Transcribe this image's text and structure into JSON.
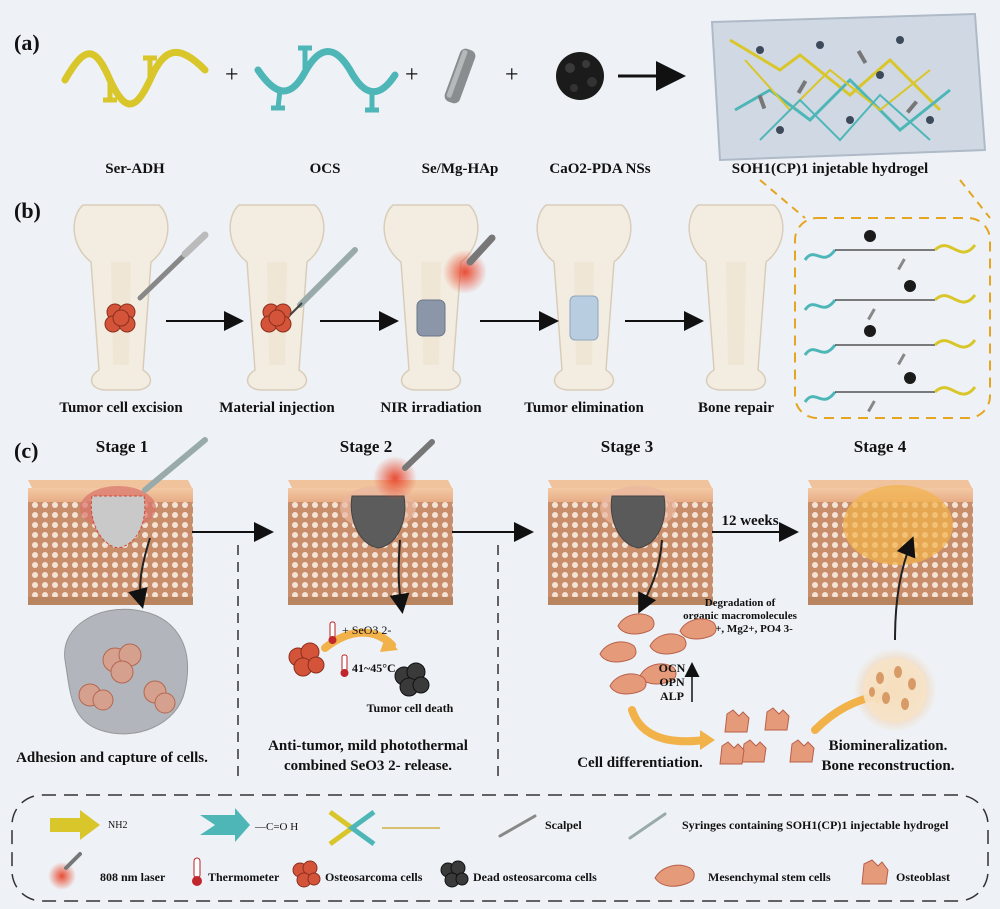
{
  "panel_a": {
    "tag": "(a)",
    "components": [
      "Ser-ADH",
      "OCS",
      "Se/Mg-HAp",
      "CaO2-PDA NSs"
    ],
    "plus": "+",
    "hydrogel_label": "SOH1(CP)1 injetable hydrogel"
  },
  "panel_b": {
    "tag": "(b)",
    "steps": [
      "Tumor cell excision",
      "Material injection",
      "NIR irradiation",
      "Tumor elimination",
      "Bone repair"
    ]
  },
  "panel_c": {
    "tag": "(c)",
    "stages": [
      "Stage 1",
      "Stage 2",
      "Stage 3",
      "Stage 4"
    ],
    "interval": "12 weeks",
    "stage1_caption": "Adhesion and capture of cells.",
    "stage2_caption_l1": "Anti-tumor, mild photothermal",
    "stage2_caption_l2": "combined SeO3 2- release.",
    "stage2_seo3": "+ SeO3 2-",
    "stage2_temp": "41~45°C",
    "stage2_death": "Tumor cell death",
    "stage3_deg_l1": "Degradation of",
    "stage3_deg_l2": "organic macromolecules",
    "stage3_ions": "+ Ca2+, Mg2+, PO4 3-",
    "stage3_markers": [
      "OCN",
      "OPN",
      "ALP"
    ],
    "stage3_caption": "Cell differentiation.",
    "stage4_caption_l1": "Biomineralization.",
    "stage4_caption_l2": "Bone reconstruction."
  },
  "legend": {
    "scalpel": "Scalpel",
    "syringe": "Syringes containing SOH1(CP)1 injectable hydrogel",
    "laser": "808 nm laser",
    "thermometer": "Thermometer",
    "osteosarcoma": "Osteosarcoma cells",
    "dead": "Dead osteosarcoma cells",
    "msc": "Mesenchymal stem cells",
    "osteoblast": "Osteoblast",
    "chem_aldehyde": "—C=O H",
    "chem_hydrazide": "NH2"
  },
  "colors": {
    "yellow": "#d8c62a",
    "teal": "#4fb6b8",
    "tumor": "#d4543a",
    "bone": "#f3ece0",
    "mesh": "#b77a58",
    "msc": "#e59a7a",
    "orange_glow": "#f2b24a"
  }
}
